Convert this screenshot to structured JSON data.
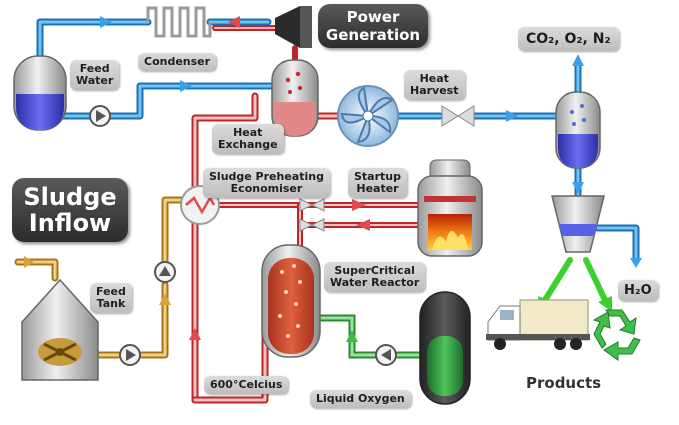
{
  "labels": {
    "power_generation": "Power\nGeneration",
    "feed_water": "Feed\nWater",
    "condenser": "Condenser",
    "heat_harvest": "Heat\nHarvest",
    "heat_exchange": "Heat\nExchange",
    "sludge_preheating": "Sludge Preheating\nEconomiser",
    "startup_heater": "Startup\nHeater",
    "sludge_inflow": "Sludge\nInflow",
    "feed_tank": "Feed\nTank",
    "supercritical_reactor": "SuperCritical\nWater Reactor",
    "temperature": "600°Celcius",
    "liquid_oxygen": "Liquid Oxygen",
    "gases": "CO₂, O₂, N₂",
    "h2o": "H₂O",
    "products": "Products"
  },
  "colors": {
    "water_pipe": "#2b8fd6",
    "hot_pipe": "#e34b4b",
    "sludge_pipe": "#d9a23a",
    "oxygen_pipe": "#48b84a",
    "label_bg": "#cfcfcf",
    "dark_label_bg": "#3d3d3d"
  }
}
